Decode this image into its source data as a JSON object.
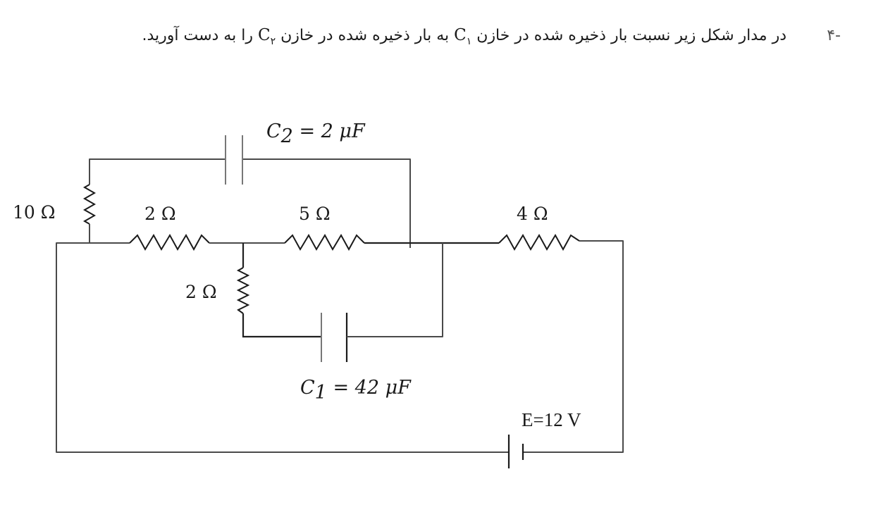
{
  "question": {
    "number": "-۴",
    "text_part1": "در مدار شکل زیر نسبت بار ذخیره شده در خازن",
    "cap1_symbol": "C",
    "cap1_index": "۱",
    "text_part2": "به بار ذخیره شده در خازن",
    "cap2_symbol": "C",
    "cap2_index": "۲",
    "text_part3": "را به دست آورید."
  },
  "circuit": {
    "r_left_top": "10 Ω",
    "r_top_mid_left": "2 Ω",
    "r_top_mid_right": "5 Ω",
    "r_top_right": "4 Ω",
    "r_vertical": "2 Ω",
    "c2": {
      "symbol": "C",
      "index": "2",
      "value": " = 2 μF"
    },
    "c1": {
      "symbol": "C",
      "index": "1",
      "value": " = 42 μF"
    },
    "battery": "E=12 V"
  }
}
